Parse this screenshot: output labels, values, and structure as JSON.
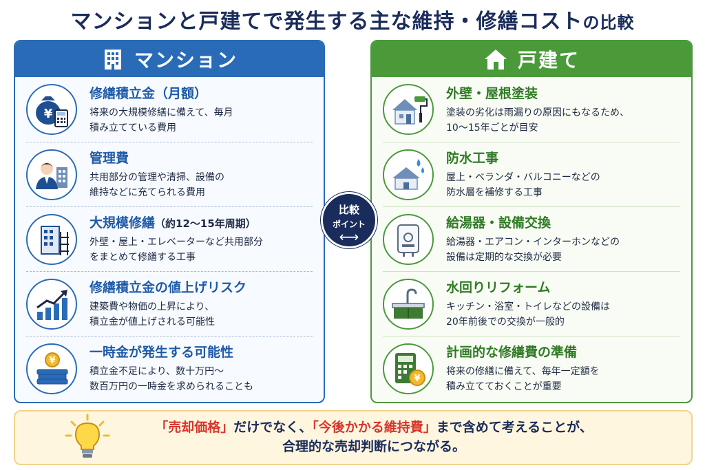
{
  "header": {
    "title_main": "マンションと戸建てで発生する主な維持・修繕コスト",
    "title_suffix": "の比較"
  },
  "mansion": {
    "label": "マンション",
    "items": [
      {
        "title": "修繕積立金（月額）",
        "note": "",
        "desc": "将来の大規模修繕に備えて、毎月\n積み立てている費用"
      },
      {
        "title": "管理費",
        "note": "",
        "desc": "共用部分の管理や清掃、設備の\n維持などに充てられる費用"
      },
      {
        "title": "大規模修繕",
        "note": "（約12〜15年周期）",
        "desc": "外壁・屋上・エレベーターなど共用部分\nをまとめて修繕する工事"
      },
      {
        "title": "修繕積立金の値上げリスク",
        "note": "",
        "desc": "建築費や物価の上昇により、\n積立金が値上げされる可能性"
      },
      {
        "title": "一時金が発生する可能性",
        "note": "",
        "desc": "積立金不足により、数十万円〜\n数百万円の一時金を求められることも"
      }
    ]
  },
  "house": {
    "label": "戸建て",
    "items": [
      {
        "title": "外壁・屋根塗装",
        "desc": "塗装の劣化は雨漏りの原因にもなるため、\n10〜15年ごとが目安"
      },
      {
        "title": "防水工事",
        "desc": "屋上・ベランダ・バルコニーなどの\n防水層を補修する工事"
      },
      {
        "title": "給湯器・設備交換",
        "desc": "給湯器・エアコン・インターホンなどの\n設備は定期的な交換が必要"
      },
      {
        "title": "水回りリフォーム",
        "desc": "キッチン・浴室・トイレなどの設備は\n20年前後での交換が一般的"
      },
      {
        "title": "計画的な修繕費の準備",
        "desc": "将来の修繕に備えて、毎年一定額を\n積み立てておくことが重要"
      }
    ]
  },
  "compare_badge": {
    "line1": "比較",
    "line2": "ポイント"
  },
  "footer": {
    "q1": "「売却価格」",
    "mid": "だけでなく、",
    "q2": "「今後かかる維持費」",
    "tail": "まで含めて考えることが、",
    "line2": "合理的な売却判断につながる。"
  },
  "colors": {
    "mansion": "#2a6bb8",
    "house": "#4a9a3a",
    "navy": "#1a2c5b",
    "accent_red": "#d8342b"
  }
}
